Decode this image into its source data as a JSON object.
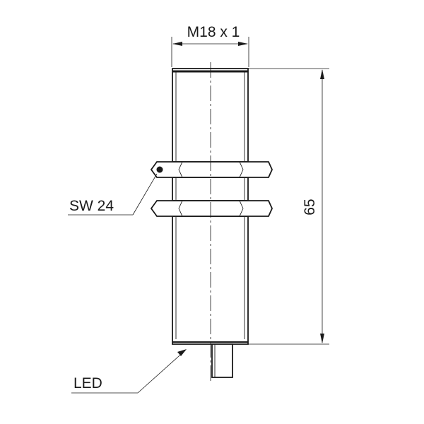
{
  "labels": {
    "thread": "M18 x 1",
    "length": "65",
    "wrench_size": "SW 24",
    "led": "LED"
  }
}
